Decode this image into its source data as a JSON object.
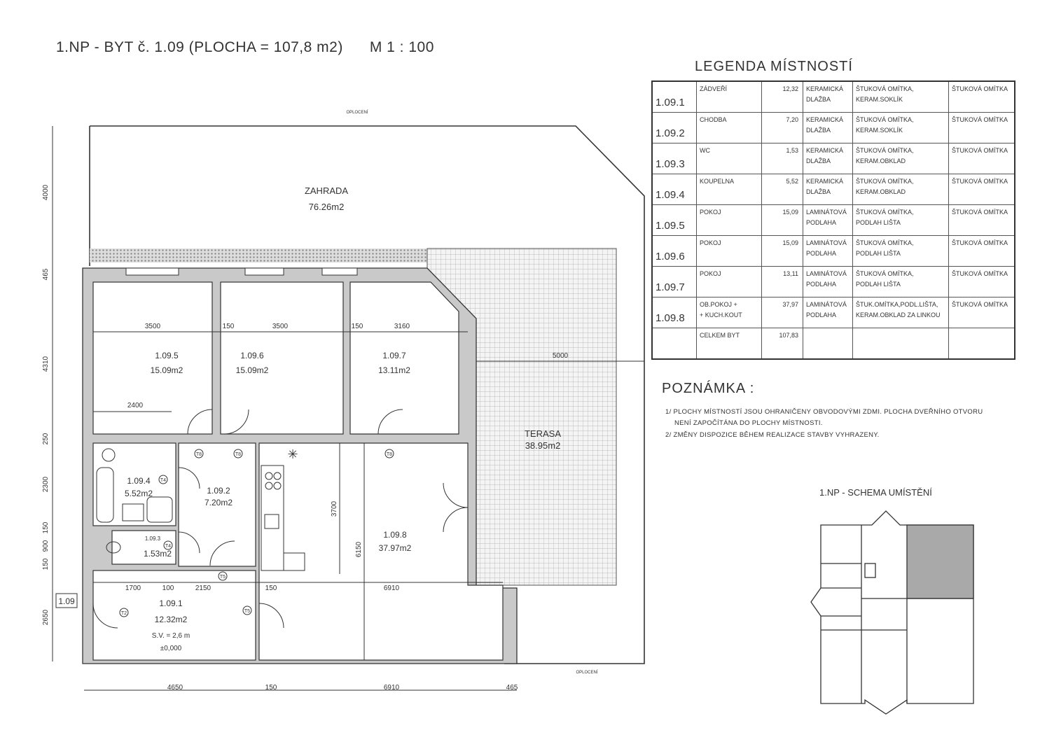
{
  "header": {
    "title": "1.NP - BYT č. 1.09 (PLOCHA = 107,8 m2)      M 1 : 100"
  },
  "legend": {
    "title": "LEGENDA MÍSTNOSTÍ",
    "rows": [
      {
        "code": "1.09.1",
        "name": "ZÁDVEŘÍ",
        "area": "12,32",
        "floor": "KERAMICKÁ\nDLAŽBA",
        "wall": "ŠTUKOVÁ OMÍTKA,\nKERAM.SOKLÍK",
        "ceiling": "ŠTUKOVÁ OMÍTKA"
      },
      {
        "code": "1.09.2",
        "name": "CHODBA",
        "area": "7,20",
        "floor": "KERAMICKÁ\nDLAŽBA",
        "wall": "ŠTUKOVÁ OMÍTKA,\nKERAM.SOKLÍK",
        "ceiling": "ŠTUKOVÁ OMÍTKA"
      },
      {
        "code": "1.09.3",
        "name": "WC",
        "area": "1,53",
        "floor": "KERAMICKÁ\nDLAŽBA",
        "wall": "ŠTUKOVÁ OMÍTKA,\nKERAM.OBKLAD",
        "ceiling": "ŠTUKOVÁ OMÍTKA"
      },
      {
        "code": "1.09.4",
        "name": "KOUPELNA",
        "area": "5,52",
        "floor": "KERAMICKÁ\nDLAŽBA",
        "wall": "ŠTUKOVÁ OMÍTKA,\nKERAM.OBKLAD",
        "ceiling": "ŠTUKOVÁ OMÍTKA"
      },
      {
        "code": "1.09.5",
        "name": "POKOJ",
        "area": "15,09",
        "floor": "LAMINÁTOVÁ\nPODLAHA",
        "wall": "ŠTUKOVÁ OMÍTKA,\nPODLAH LIŠTA",
        "ceiling": "ŠTUKOVÁ OMÍTKA"
      },
      {
        "code": "1.09.6",
        "name": "POKOJ",
        "area": "15,09",
        "floor": "LAMINÁTOVÁ\nPODLAHA",
        "wall": "ŠTUKOVÁ OMÍTKA,\nPODLAH LIŠTA",
        "ceiling": "ŠTUKOVÁ OMÍTKA"
      },
      {
        "code": "1.09.7",
        "name": "POKOJ",
        "area": "13,11",
        "floor": "LAMINÁTOVÁ\nPODLAHA",
        "wall": "ŠTUKOVÁ OMÍTKA,\nPODLAH LIŠTA",
        "ceiling": "ŠTUKOVÁ OMÍTKA"
      },
      {
        "code": "1.09.8",
        "name": "OB.POKOJ +\n+ KUCH.KOUT",
        "area": "37,97",
        "floor": "LAMINÁTOVÁ\nPODLAHA",
        "wall": "ŠTUK.OMÍTKA,PODL.LIŠTA,\nKERAM.OBKLAD ZA LINKOU",
        "ceiling": "ŠTUKOVÁ OMÍTKA"
      },
      {
        "code": "",
        "name": "CELKEM BYT",
        "area": "107,83",
        "floor": "",
        "wall": "",
        "ceiling": ""
      }
    ]
  },
  "notes": {
    "title": "POZNÁMKA :",
    "items": [
      "1/ PLOCHY MÍSTNOSTÍ JSOU OHRANIČENY OBVODOVÝMI ZDMI. PLOCHA DVEŘNÍHO OTVORU",
      "NENÍ ZAPOČÍTÁNA DO PLOCHY MÍSTNOSTI.",
      "2/ ZMĚNY DISPOZICE BĚHEM REALIZACE STAVBY VYHRAZENY."
    ]
  },
  "schema": {
    "title": "1.NP - SCHEMA UMÍSTĚNÍ"
  },
  "plan": {
    "fence_label": "OPLOCENÍ",
    "garden": {
      "name": "ZAHRADA",
      "area": "76.26m2"
    },
    "terrace": {
      "name": "TERASA",
      "area": "38.95m2",
      "dim": "5000"
    },
    "rooms": [
      {
        "code": "1.09.5",
        "area": "15.09m2"
      },
      {
        "code": "1.09.6",
        "area": "15.09m2"
      },
      {
        "code": "1.09.7",
        "area": "13.11m2"
      },
      {
        "code": "1.09.4",
        "area": "5.52m2"
      },
      {
        "code": "1.09.2",
        "area": "7.20m2"
      },
      {
        "code": "1.09.3",
        "area": "1.53m2"
      },
      {
        "code": "1.09.1",
        "area": "12.32m2"
      },
      {
        "code": "1.09.8",
        "area": "37.97m2"
      }
    ],
    "entry_extra": {
      "height": "S.V. = 2,6 m",
      "level": "±0,000"
    },
    "apartment_tag": "1.09",
    "dims_left": [
      "4000",
      "465",
      "4310",
      "250",
      "2300",
      "150",
      "900",
      "150",
      "2650"
    ],
    "dims_top": [
      "3500",
      "150",
      "3500",
      "150",
      "3160"
    ],
    "dims_mid": [
      "2400",
      "1700",
      "100",
      "2150",
      "150",
      "6910",
      "3700",
      "6150"
    ],
    "dims_bottom": [
      "4650",
      "150",
      "6910",
      "465"
    ],
    "door_tags": [
      "T8",
      "T8",
      "T8",
      "T4",
      "T4",
      "T5",
      "T2",
      "T5"
    ]
  }
}
